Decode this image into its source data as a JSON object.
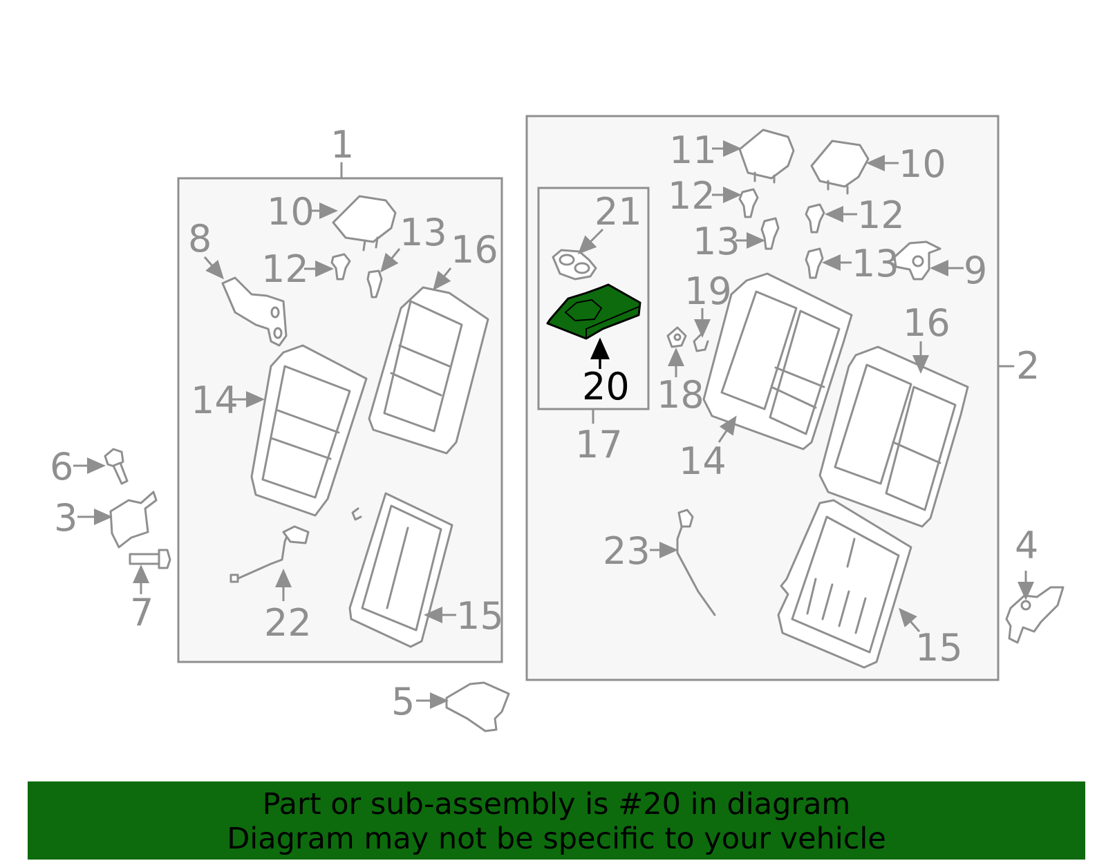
{
  "highlight_color": "#0d6b0d",
  "banner": {
    "line1": "Part or sub-assembly is #20 in diagram",
    "line2": "Diagram may not be specific to your vehicle"
  },
  "callouts": {
    "c1": "1",
    "c2": "2",
    "c3": "3",
    "c4": "4",
    "c5": "5",
    "c6": "6",
    "c7": "7",
    "c8": "8",
    "c9": "9",
    "c10a": "10",
    "c10b": "10",
    "c11": "11",
    "c12a": "12",
    "c12b": "12",
    "c12c": "12",
    "c13a": "13",
    "c13b": "13",
    "c13c": "13",
    "c14a": "14",
    "c14b": "14",
    "c15a": "15",
    "c15b": "15",
    "c16a": "16",
    "c16b": "16",
    "c17": "17",
    "c18": "18",
    "c19": "19",
    "c20": "20",
    "c21": "21",
    "c22": "22",
    "c23": "23"
  }
}
